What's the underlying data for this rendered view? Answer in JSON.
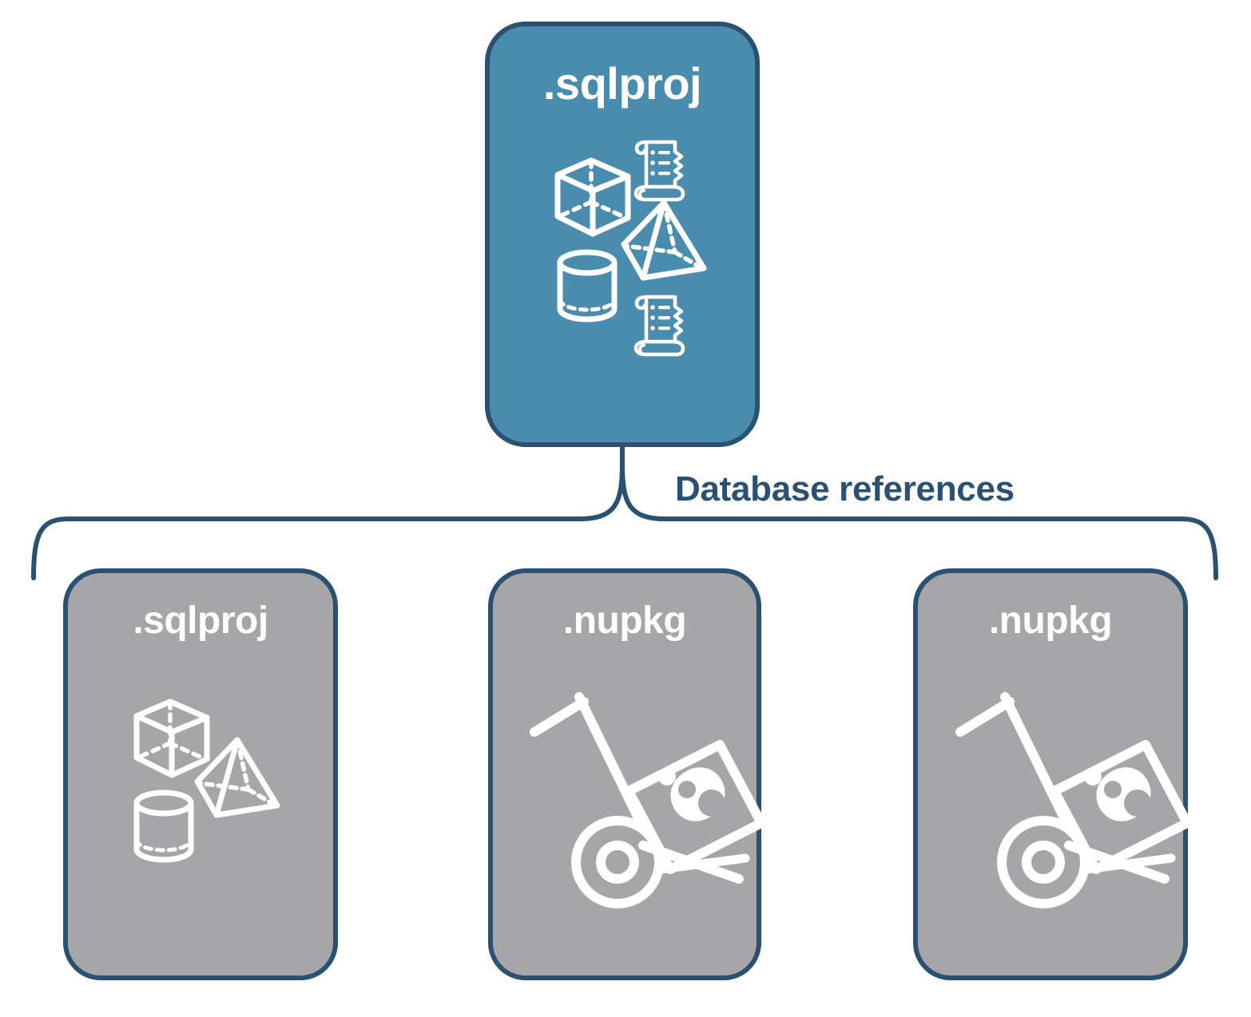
{
  "diagram": {
    "title_node": {
      "label": ".sqlproj",
      "fill": "#4A8CAE",
      "stroke": "#2B5172",
      "icons": [
        "cube-icon",
        "pyramid-icon",
        "cylinder-icon",
        "script-scroll-icon",
        "script-scroll-icon"
      ]
    },
    "connector": {
      "caption": "Database references",
      "color": "#2B5172"
    },
    "children": [
      {
        "label": ".sqlproj",
        "fill": "#A6A6A8",
        "stroke": "#2B5172",
        "icons": [
          "cube-icon",
          "pyramid-icon",
          "cylinder-icon"
        ]
      },
      {
        "label": ".nupkg",
        "fill": "#A6A6A8",
        "stroke": "#2B5172",
        "icons": [
          "hand-truck-package-icon"
        ]
      },
      {
        "label": ".nupkg",
        "fill": "#A6A6A8",
        "stroke": "#2B5172",
        "icons": [
          "hand-truck-package-icon"
        ]
      }
    ],
    "colors": {
      "accent_blue": "#4A8CAE",
      "outline_navy": "#2B5172",
      "neutral_gray": "#A6A6A8",
      "icon_white": "#FFFFFF",
      "background": "#FFFFFF"
    }
  }
}
